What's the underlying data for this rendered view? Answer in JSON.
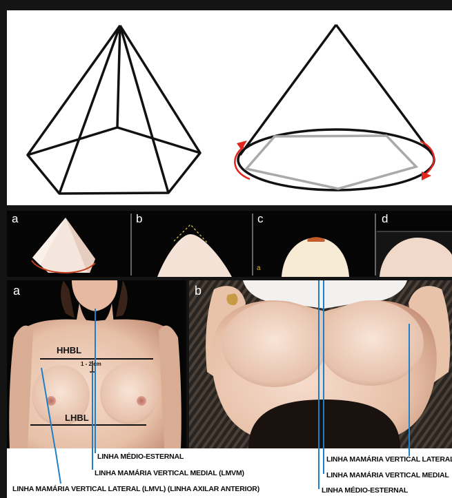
{
  "top_panel": {},
  "middle_panels": [
    {
      "letter": "a"
    },
    {
      "letter": "b"
    },
    {
      "letter": "c",
      "inner_letter": "a"
    },
    {
      "letter": "d"
    }
  ],
  "bottom_panels": [
    {
      "letter": "a"
    },
    {
      "letter": "b"
    }
  ],
  "left_photo": {
    "upper_line_label": "HHBL",
    "lower_line_label": "LHBL",
    "distance_label": "1 - 2 cm"
  },
  "captions": {
    "left": [
      "LINHA MÉDIO-ESTERNAL",
      "LINHA MAMÁRIA VERTICAL MEDIAL (LMVM)",
      "LINHA MAMÁRIA VERTICAL LATERAL (LMVL) (LINHA AXILAR ANTERIOR)"
    ],
    "right": [
      "LINHA MAMÁRIA VERTICAL LATERAL",
      "LINHA MAMÁRIA VERTICAL MEDIAL",
      "LINHA MÉDIO-ESTERNAL"
    ]
  },
  "colors": {
    "frame": "#141414",
    "arrow": "#e0261c",
    "guide_line": "#1e7fc8",
    "gray_pentagon": "#a9a9a9"
  }
}
